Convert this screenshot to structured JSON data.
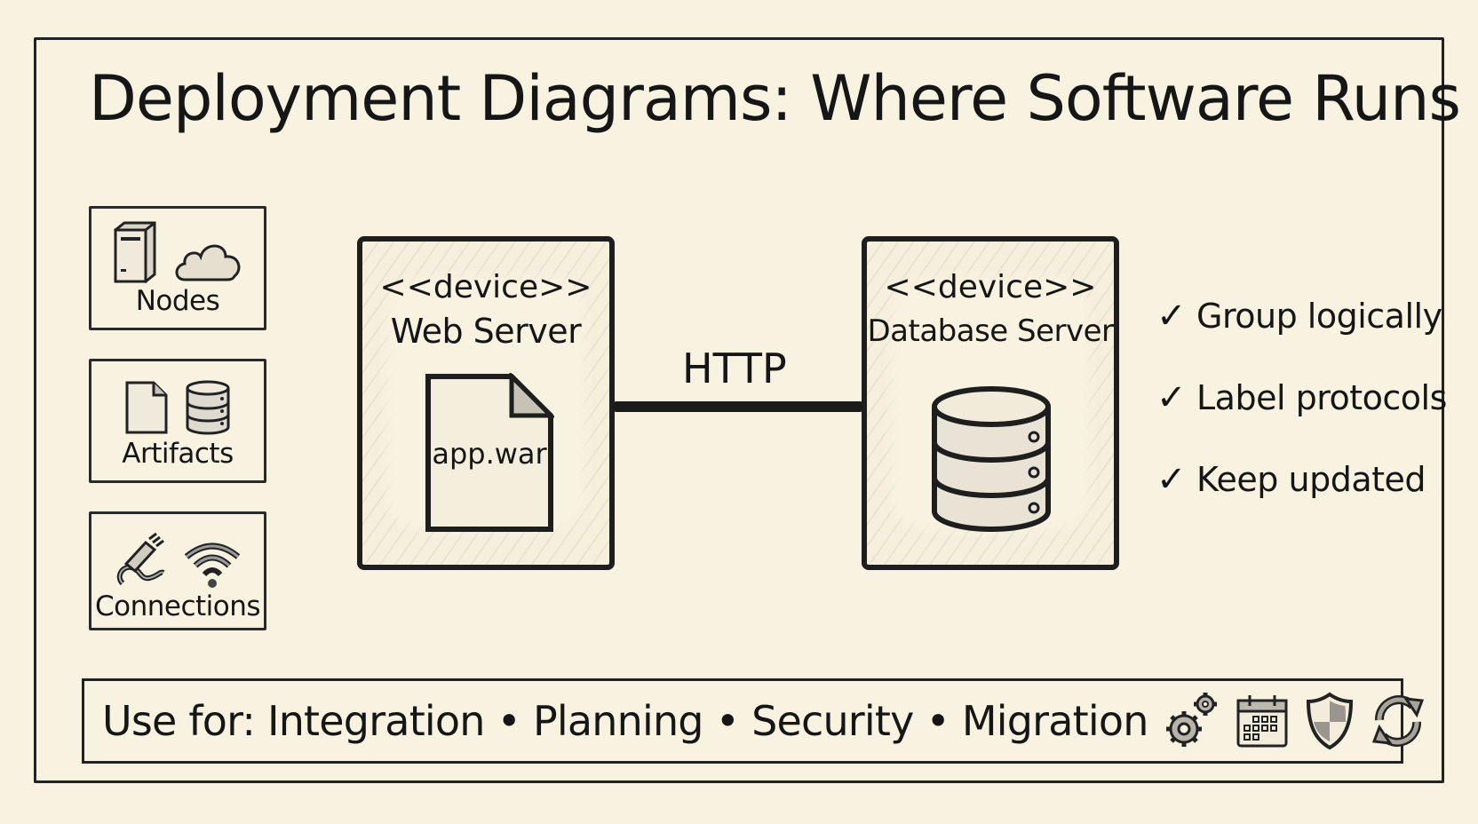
{
  "title": "Deployment Diagrams: Where Software Runs",
  "legend": [
    {
      "label": "Nodes",
      "icons": [
        "server-tower-icon",
        "cloud-icon"
      ]
    },
    {
      "label": "Artifacts",
      "icons": [
        "document-icon",
        "database-icon"
      ]
    },
    {
      "label": "Connections",
      "icons": [
        "network-cable-icon",
        "wifi-icon"
      ]
    }
  ],
  "nodes": [
    {
      "stereotype": "<<device>>",
      "name": "Web Server",
      "artifact": {
        "label": "app.war",
        "icon": "document-icon"
      }
    },
    {
      "stereotype": "<<device>>",
      "name": "Database Server",
      "artifact": {
        "icon": "database-icon"
      }
    }
  ],
  "connection": {
    "label": "HTTP",
    "from": "Web Server",
    "to": "Database Server"
  },
  "checklist": {
    "mark": "✓",
    "items": [
      "Group logically",
      "Label protocols",
      "Keep updated"
    ]
  },
  "use_for": {
    "prefix": "Use for:",
    "separator": "•",
    "items": [
      "Integration",
      "Planning",
      "Security",
      "Migration"
    ],
    "icons": [
      "gears-icon",
      "calendar-icon",
      "shield-icon",
      "refresh-icon"
    ]
  },
  "colors": {
    "background": "#f8f2e0",
    "ink": "#161616",
    "shade": "#9a9a9a"
  }
}
